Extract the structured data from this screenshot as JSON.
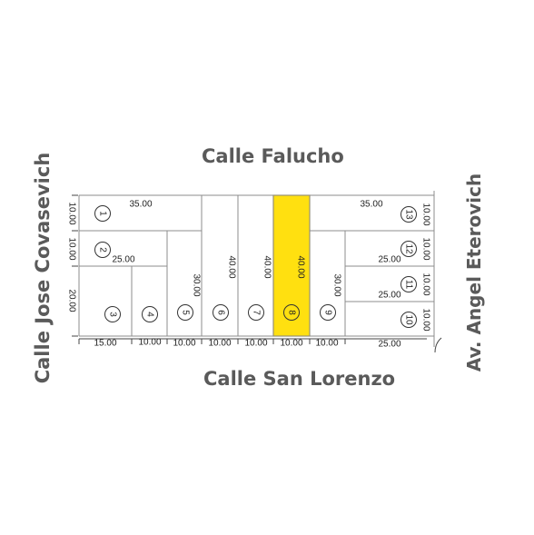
{
  "streets": {
    "top": "Calle Falucho",
    "bottom": "Calle San Lorenzo",
    "left": "Calle Jose Covasevich",
    "right": "Av. Angel Eterovich"
  },
  "highlight_color": "#FFE010",
  "highlighted_lot": "8",
  "lots": {
    "l1": "1",
    "l2": "2",
    "l3": "3",
    "l4": "4",
    "l5": "5",
    "l6": "6",
    "l7": "7",
    "l8": "8",
    "l9": "9",
    "l10": "10",
    "l11": "11",
    "l12": "12",
    "l13": "13"
  },
  "dims": {
    "d_35_left": "35.00",
    "d_25_left": "25.00",
    "d_35_right": "35.00",
    "d_25_r12": "25.00",
    "d_25_r11": "25.00",
    "d_10_left_a": "10.00",
    "d_10_left_b": "10.00",
    "d_20_left": "20.00",
    "d_10_right_a": "10.00",
    "d_10_right_b": "10.00",
    "d_10_right_c": "10.00",
    "d_10_right_d": "10.00",
    "d_30_l5": "30.00",
    "d_40_l6": "40.00",
    "d_40_l7": "40.00",
    "d_40_l8": "40.00",
    "d_30_l9": "30.00",
    "b_15": "15.00",
    "b_10_a": "10.00",
    "b_10_b": "10.00",
    "b_10_c": "10.00",
    "b_10_d": "10.00",
    "b_10_e": "10.00",
    "b_10_f": "10.00",
    "b_25": "25.00"
  }
}
